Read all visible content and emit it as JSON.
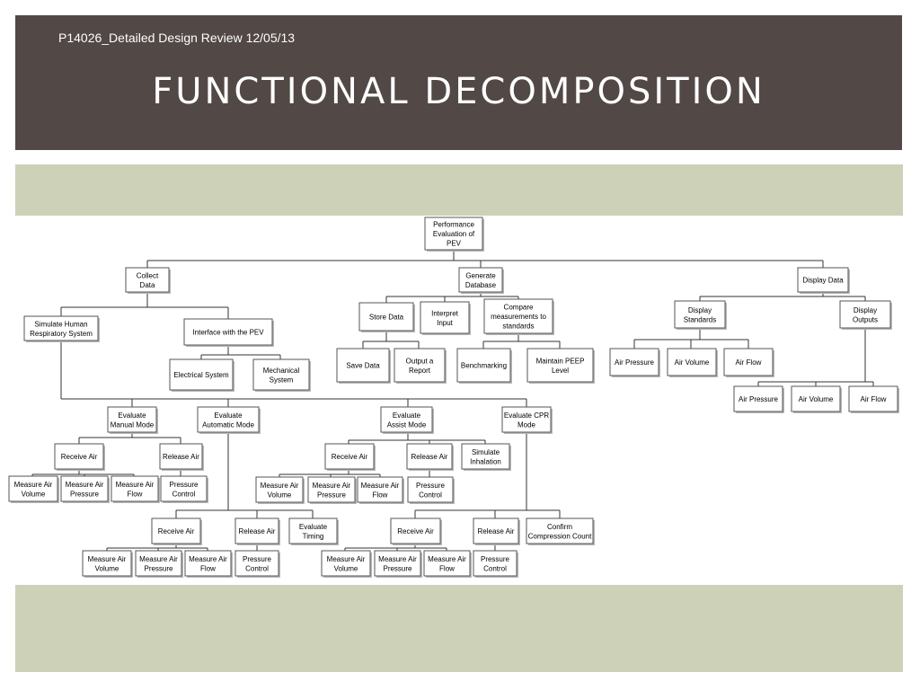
{
  "header": {
    "subtitle": "P14026_Detailed Design Review 12/05/13",
    "title": "FUNCTIONAL DECOMPOSITION"
  },
  "nodes": [
    {
      "id": "root",
      "label": "Performance\nEvaluation of\nPEV"
    },
    {
      "id": "collect",
      "label": "Collect\nData"
    },
    {
      "id": "generate",
      "label": "Generate\nDatabase"
    },
    {
      "id": "display",
      "label": "Display Data"
    },
    {
      "id": "simulate",
      "label": "Simulate Human\nRespiratory System"
    },
    {
      "id": "interface",
      "label": "Interface with the PEV"
    },
    {
      "id": "electrical",
      "label": "Electrical System"
    },
    {
      "id": "mechanical",
      "label": "Mechanical\nSystem"
    },
    {
      "id": "store",
      "label": "Store Data"
    },
    {
      "id": "interpret",
      "label": "Interpret\nInput"
    },
    {
      "id": "compare",
      "label": "Compare\nmeasurements to\nstandards"
    },
    {
      "id": "save",
      "label": "Save Data"
    },
    {
      "id": "output",
      "label": "Output a\nReport"
    },
    {
      "id": "bench",
      "label": "Benchmarking"
    },
    {
      "id": "peep",
      "label": "Maintain PEEP\nLevel"
    },
    {
      "id": "dstd",
      "label": "Display\nStandards"
    },
    {
      "id": "dout",
      "label": "Display\nOutputs"
    },
    {
      "id": "std_ap",
      "label": "Air Pressure"
    },
    {
      "id": "std_av",
      "label": "Air Volume"
    },
    {
      "id": "std_af",
      "label": "Air Flow"
    },
    {
      "id": "out_ap",
      "label": "Air Pressure"
    },
    {
      "id": "out_av",
      "label": "Air Volume"
    },
    {
      "id": "out_af",
      "label": "Air Flow"
    },
    {
      "id": "manual",
      "label": "Evaluate\nManual Mode"
    },
    {
      "id": "auto",
      "label": "Evaluate\nAutomatic Mode"
    },
    {
      "id": "assist",
      "label": "Evaluate\nAssist Mode"
    },
    {
      "id": "cpr",
      "label": "Evaluate CPR\nMode"
    },
    {
      "id": "m_recv",
      "label": "Receive Air"
    },
    {
      "id": "m_rel",
      "label": "Release Air"
    },
    {
      "id": "m_mv",
      "label": "Measure Air\nVolume"
    },
    {
      "id": "m_mp",
      "label": "Measure Air\nPressure"
    },
    {
      "id": "m_mf",
      "label": "Measure Air\nFlow"
    },
    {
      "id": "m_pc",
      "label": "Pressure\nControl"
    },
    {
      "id": "as_recv",
      "label": "Receive Air"
    },
    {
      "id": "as_rel",
      "label": "Release Air"
    },
    {
      "id": "as_sim",
      "label": "Simulate\nInhalation"
    },
    {
      "id": "as_mv",
      "label": "Measure Air\nVolume"
    },
    {
      "id": "as_mp",
      "label": "Measure Air\nPressure"
    },
    {
      "id": "as_mf",
      "label": "Measure Air\nFlow"
    },
    {
      "id": "as_pc",
      "label": "Pressure\nControl"
    },
    {
      "id": "a_recv",
      "label": "Receive Air"
    },
    {
      "id": "a_rel",
      "label": "Release Air"
    },
    {
      "id": "a_timing",
      "label": "Evaluate\nTiming"
    },
    {
      "id": "a_mv",
      "label": "Measure Air\nVolume"
    },
    {
      "id": "a_mp",
      "label": "Measure Air\nPressure"
    },
    {
      "id": "a_mf",
      "label": "Measure Air\nFlow"
    },
    {
      "id": "a_pc",
      "label": "Pressure\nControl"
    },
    {
      "id": "c_recv",
      "label": "Receive Air"
    },
    {
      "id": "c_rel",
      "label": "Release Air"
    },
    {
      "id": "c_conf",
      "label": "Confirm\nCompression Count"
    },
    {
      "id": "c_mv",
      "label": "Measure Air\nVolume"
    },
    {
      "id": "c_mp",
      "label": "Measure Air\nPressure"
    },
    {
      "id": "c_mf",
      "label": "Measure Air\nFlow"
    },
    {
      "id": "c_pc",
      "label": "Pressure\nControl"
    }
  ]
}
